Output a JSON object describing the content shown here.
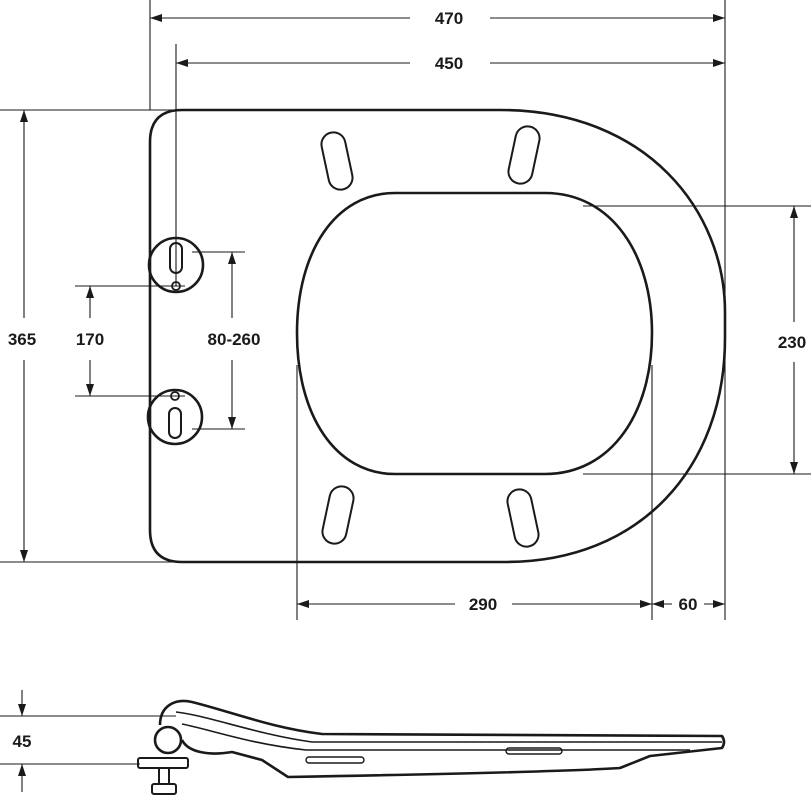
{
  "dimensions": {
    "overall_width": "470",
    "inner_width": "450",
    "overall_depth": "365",
    "hole_distance": "170",
    "hinge_range": "80-260",
    "opening_depth": "230",
    "opening_length": "290",
    "front_rim": "60",
    "thickness": "45"
  }
}
